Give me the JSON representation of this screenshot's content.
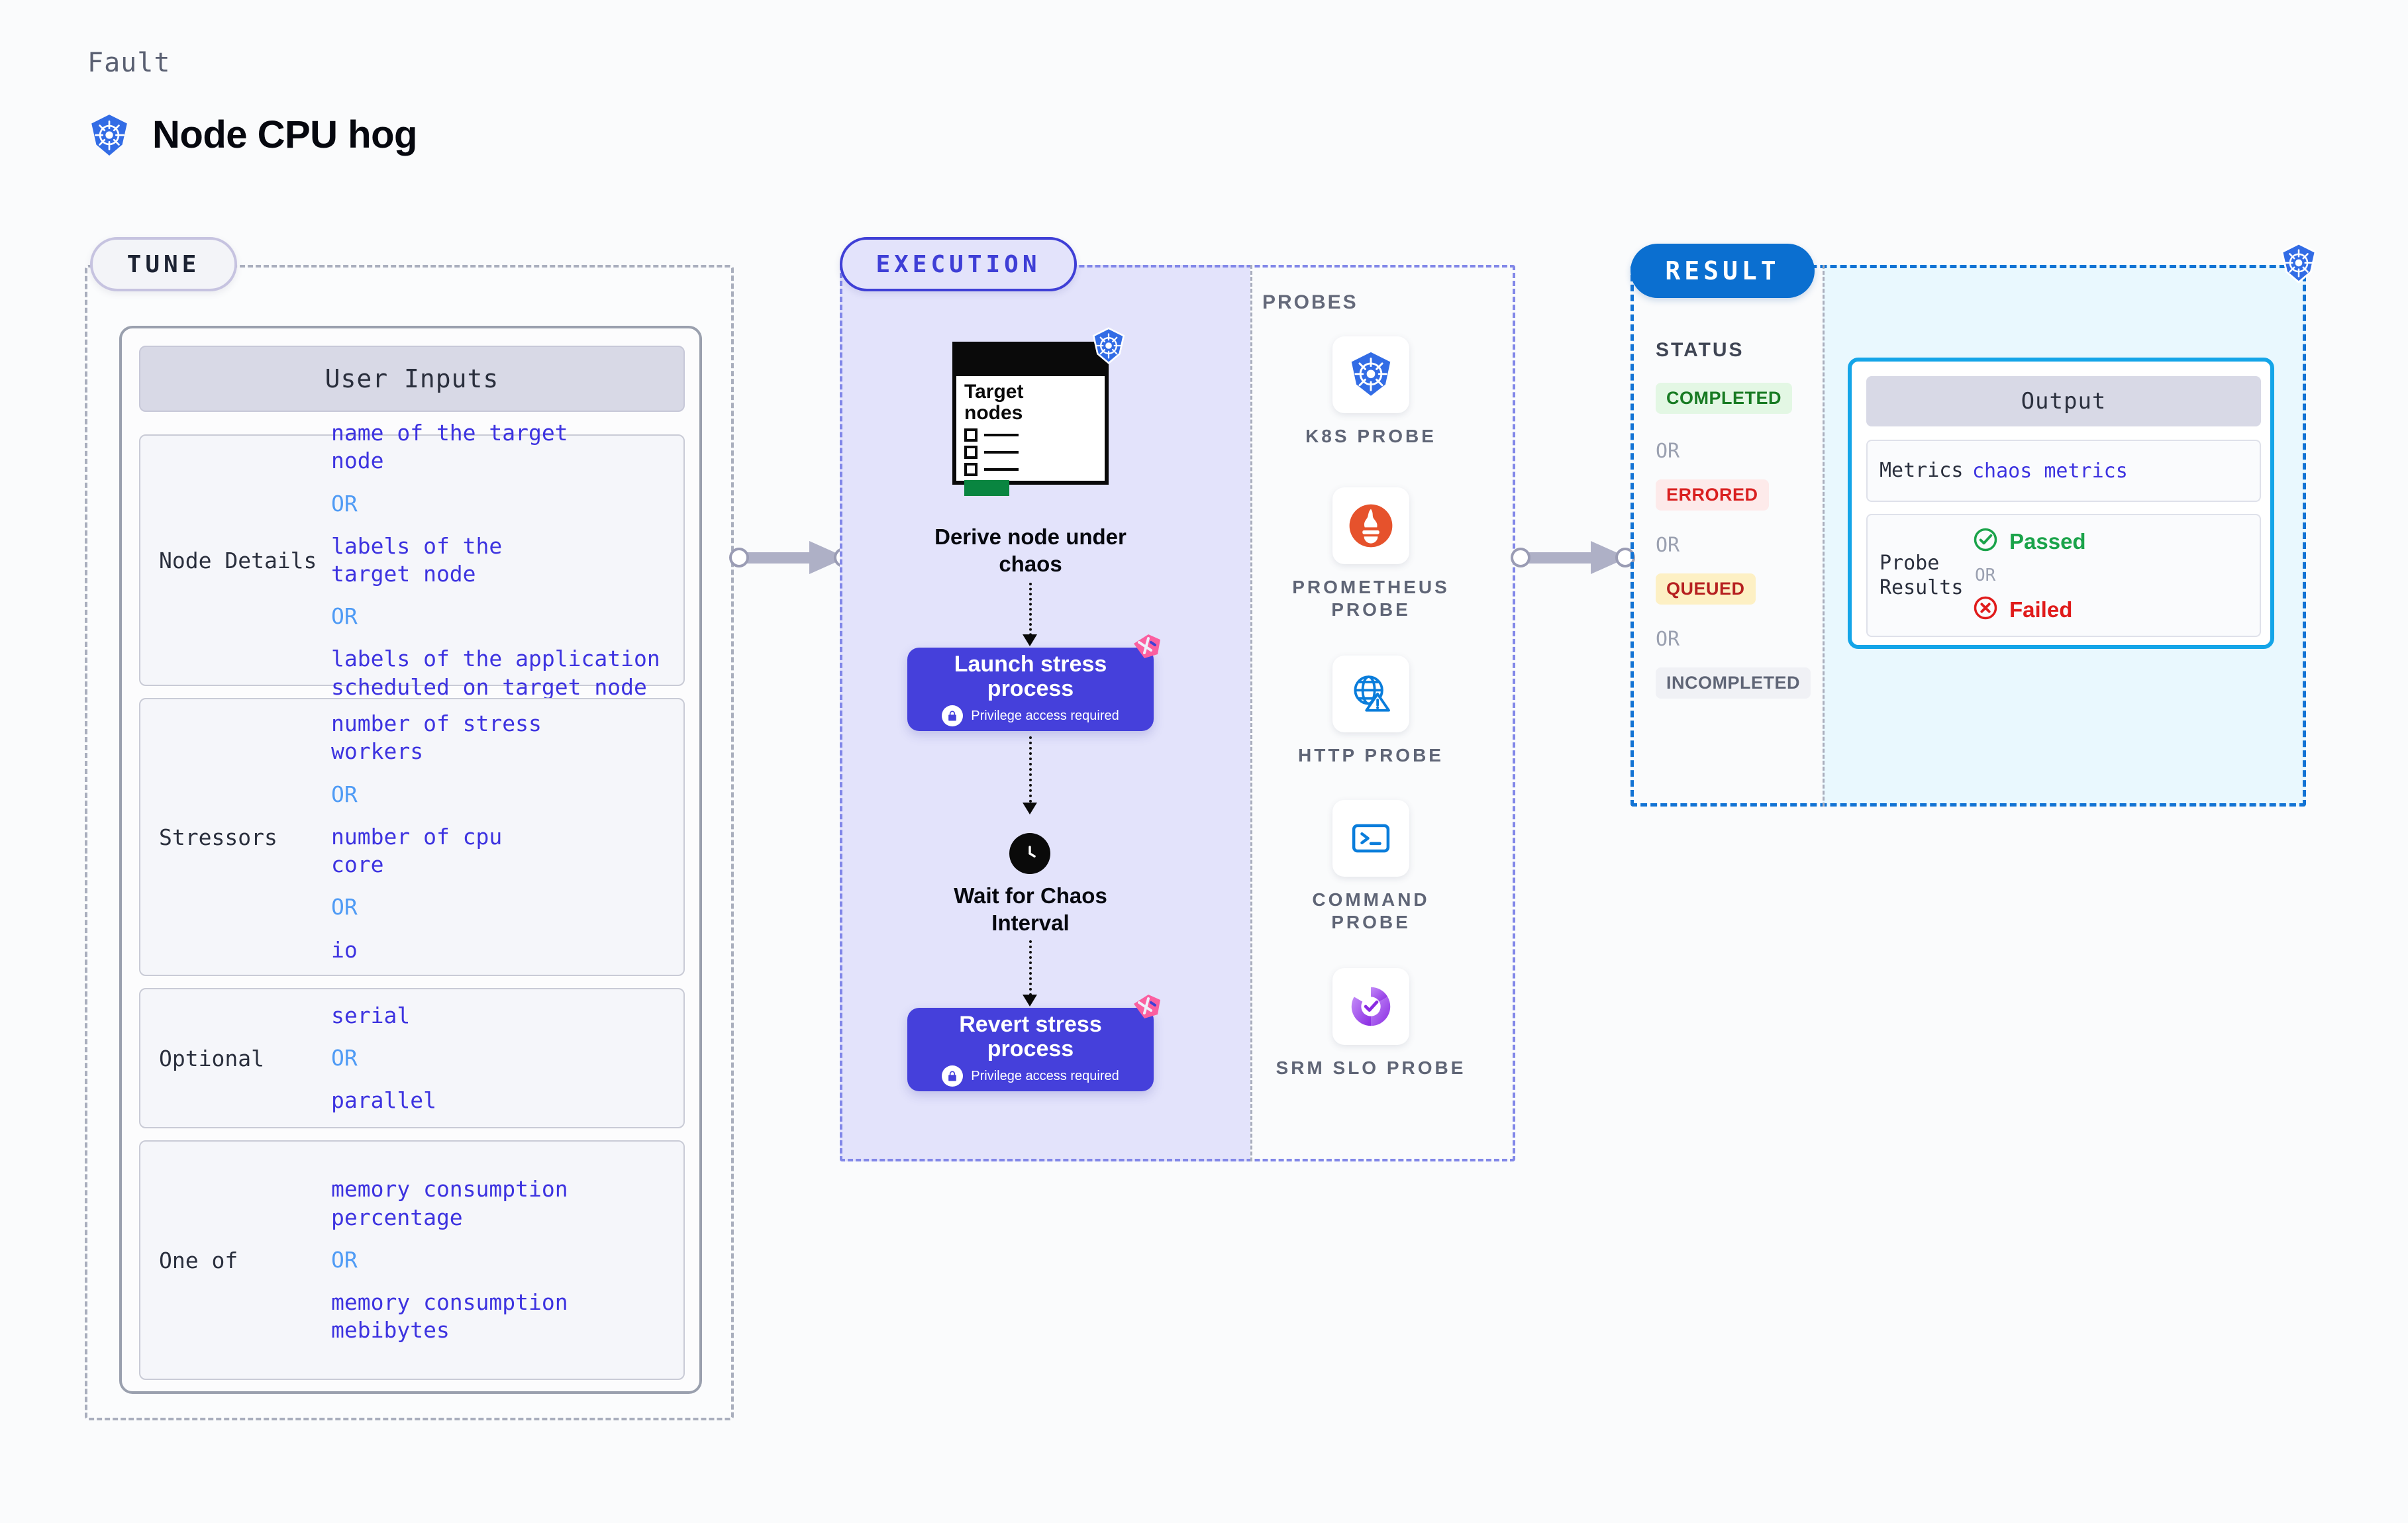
{
  "header": {
    "kicker": "Fault",
    "title": "Node CPU hog",
    "icon": "kubernetes-icon"
  },
  "tune": {
    "badge": "TUNE",
    "card_header": "User Inputs",
    "rows": [
      {
        "label": "Node Details",
        "values": [
          "name of the target\nnode",
          "labels of the\ntarget node",
          "labels of the application\n scheduled on target node"
        ],
        "separator": "OR"
      },
      {
        "label": "Stressors",
        "values": [
          "number of stress\nworkers",
          "number of cpu\ncore",
          "io"
        ],
        "separator": "OR"
      },
      {
        "label": "Optional",
        "values": [
          "serial",
          "parallel"
        ],
        "separator": "OR"
      },
      {
        "label": "One of",
        "values": [
          "memory consumption\npercentage",
          "memory consumption\nmebibytes"
        ],
        "separator": "OR"
      }
    ]
  },
  "execution": {
    "badge": "EXECUTION",
    "steps": [
      {
        "type": "document",
        "doc_title": "Target\nnodes",
        "caption": "Derive node under\nchaos",
        "icon": "kubernetes-icon"
      },
      {
        "type": "process",
        "title": "Launch stress\nprocess",
        "note": "Privilege access required",
        "icon": "lock-icon"
      },
      {
        "type": "clock",
        "caption": "Wait for Chaos\nInterval",
        "icon": "clock-icon"
      },
      {
        "type": "process",
        "title": "Revert stress\nprocess",
        "note": "Privilege access required",
        "icon": "lock-icon"
      }
    ]
  },
  "probes": {
    "label": "PROBES",
    "items": [
      {
        "name": "K8S PROBE",
        "icon": "kubernetes-icon"
      },
      {
        "name": "PROMETHEUS PROBE",
        "icon": "prometheus-torch-icon"
      },
      {
        "name": "HTTP PROBE",
        "icon": "globe-warning-icon"
      },
      {
        "name": "COMMAND PROBE",
        "icon": "terminal-icon"
      },
      {
        "name": "SRM SLO PROBE",
        "icon": "slo-donut-check-icon"
      }
    ]
  },
  "result": {
    "badge": "RESULT",
    "status_label": "STATUS",
    "separator": "OR",
    "statuses": [
      {
        "text": "COMPLETED",
        "color": "#177a22",
        "bg": "#e3f7e4"
      },
      {
        "text": "ERRORED",
        "color": "#d91f1f",
        "bg": "#fdeaea"
      },
      {
        "text": "QUEUED",
        "color": "#b62020",
        "bg": "#fdf0c4"
      },
      {
        "text": "INCOMPLETED",
        "color": "#5f6576",
        "bg": "#f0f1f5"
      }
    ],
    "output": {
      "header": "Output",
      "metrics_label": "Metrics",
      "metrics_value": "chaos metrics",
      "probe_results_label": "Probe\nResults",
      "passed": "Passed",
      "failed": "Failed",
      "separator": "OR",
      "passed_icon": "check-circle-icon",
      "failed_icon": "x-circle-icon"
    },
    "corner_icon": "kubernetes-icon"
  },
  "colors": {
    "indigo": "#4540db",
    "k8s_blue": "#326ce5",
    "result_blue": "#0b6fd0",
    "output_cyan": "#14a5e8",
    "value_text": "#3d33e0",
    "or_text": "#4f9bf5",
    "pink_ribbon": "#fb5fa0",
    "green": "#1aa34a",
    "red": "#e01b1b"
  }
}
